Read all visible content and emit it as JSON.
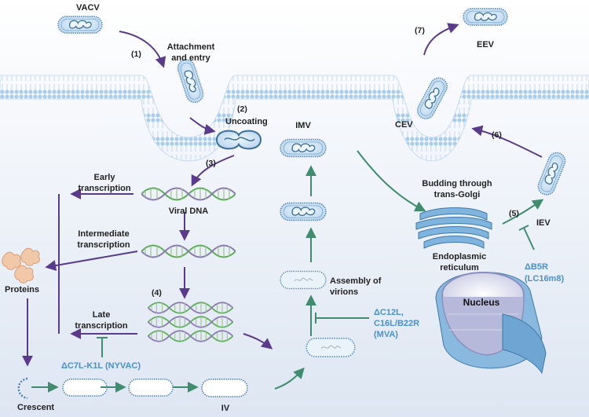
{
  "labels": {
    "vacv": "VACV",
    "attachment_line1": "Attachment",
    "attachment_line2": "and entry",
    "uncoating": "Uncoating",
    "imv": "IMV",
    "cev": "CEV",
    "eev": "EEV",
    "iev": "IEV",
    "early_line1": "Early",
    "early_line2": "transcription",
    "viral_dna": "Viral DNA",
    "intermediate_line1": "Intermediate",
    "intermediate_line2": "transcription",
    "late_line1": "Late",
    "late_line2": "transcription",
    "proteins": "Proteins",
    "crescent": "Crescent",
    "iv": "IV",
    "assembly_line1": "Assembly of",
    "assembly_line2": "virions",
    "budding_line1": "Budding through",
    "budding_line2": "trans-Golgi",
    "er_line1": "Endoplasmic",
    "er_line2": "reticulum",
    "nucleus": "Nucleus"
  },
  "steps": {
    "s1": "(1)",
    "s2": "(2)",
    "s3": "(3)",
    "s4": "(4)",
    "s5": "(5)",
    "s6": "(6)",
    "s7": "(7)"
  },
  "deletions": {
    "nyvac": "ΔC7L-K1L (NYVAC)",
    "mva_line1": "ΔC12L,",
    "mva_line2": "C16L/B22R",
    "mva_line3": "(MVA)",
    "lc16_line1": "ΔB5R",
    "lc16_line2": "(LC16m8)"
  },
  "colors": {
    "purple": "#5a3a8a",
    "green": "#3f8c6e",
    "blue_text": "#4a8fd0",
    "membrane": "#a9cdea",
    "virion_fill": "#d4e6f5",
    "virion_stroke": "#4d7fa8"
  }
}
